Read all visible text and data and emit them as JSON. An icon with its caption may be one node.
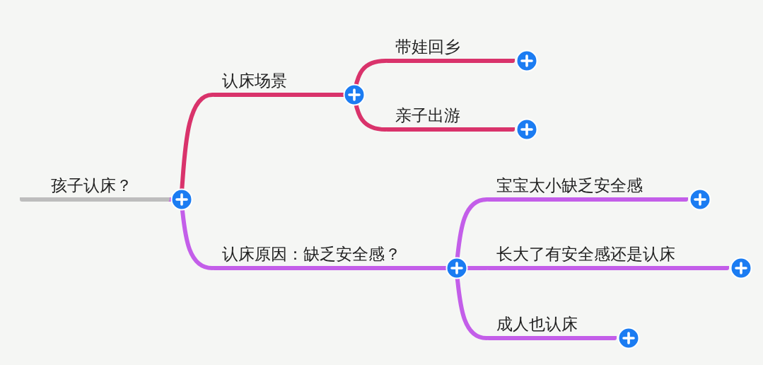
{
  "diagram": {
    "nodes": [
      {
        "text": [
          "孩子认床？"
        ]
      },
      {
        "text": [
          "认床场景"
        ]
      },
      {
        "text": [
          "带娃回乡"
        ]
      },
      {
        "text": [
          "亲子出游"
        ]
      },
      {
        "text": [
          "认床原因：缺乏安全感？"
        ]
      },
      {
        "text": [
          "宝宝太小缺乏安全感"
        ]
      },
      {
        "text": [
          "长大了有安全感还是认床"
        ]
      },
      {
        "text": [
          "成人也认床"
        ]
      }
    ],
    "edges": [
      {
        "from": 0,
        "to": 1,
        "arrow": "none",
        "color": "#d9336b"
      },
      {
        "from": 1,
        "to": 2,
        "arrow": "none",
        "color": "#d9336b"
      },
      {
        "from": 1,
        "to": 3,
        "arrow": "none",
        "color": "#d9336b"
      },
      {
        "from": 0,
        "to": 4,
        "arrow": "none"
      },
      {
        "from": 4,
        "to": 5,
        "arrow": "none"
      },
      {
        "from": 4,
        "to": 6,
        "arrow": "none"
      },
      {
        "from": 4,
        "to": 7,
        "arrow": "none"
      }
    ]
  }
}
